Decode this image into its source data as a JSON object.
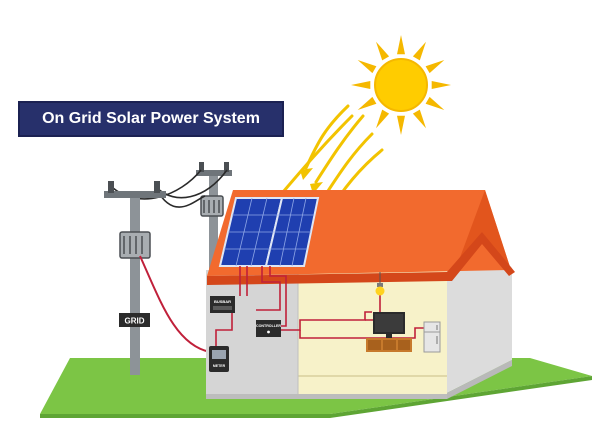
{
  "title": "On Grid Solar Power System",
  "labels": {
    "grid": "GRID",
    "busbar": "BUSBAR",
    "controller": "CONTROLLER",
    "meter": "METER"
  },
  "colors": {
    "title_bg": "#27306b",
    "roof": "#f26a2e",
    "wall_front": "#f7f2c9",
    "wall_side": "#dcdcdc",
    "ground": "#7cc545",
    "sun": "#ffcc00",
    "sun_rays": "#f5b800",
    "panel": "#1f3fb0",
    "wire": "#c0203a",
    "pole": "#8d9398"
  },
  "icons": [
    "sun-icon",
    "solar-panel-icon",
    "utility-pole-icon",
    "light-bulb-icon",
    "tv-icon",
    "refrigerator-icon"
  ]
}
